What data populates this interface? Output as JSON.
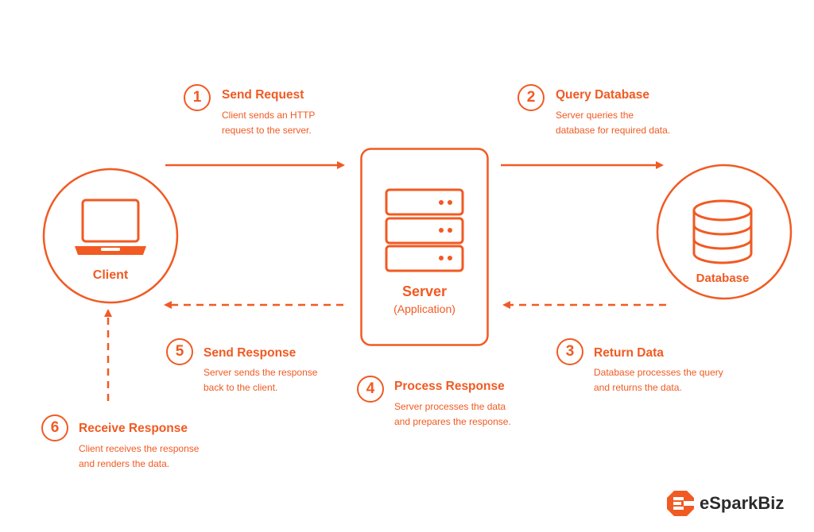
{
  "theme": {
    "accent": "#f15a22",
    "text_dark": "#2b2b2b"
  },
  "nodes": {
    "client": {
      "label": "Client",
      "icon": "laptop-icon"
    },
    "server": {
      "label": "Server",
      "sublabel": "(Application)",
      "icon": "server-rack-icon"
    },
    "database": {
      "label": "Database",
      "icon": "database-icon"
    }
  },
  "steps": [
    {
      "number": "1",
      "title": "Send Request",
      "line1": "Client sends an HTTP",
      "line2": "request to the server."
    },
    {
      "number": "2",
      "title": "Query Database",
      "line1": "Server queries the",
      "line2": "database for required data."
    },
    {
      "number": "3",
      "title": "Return Data",
      "line1": "Database processes the query",
      "line2": "and returns the data."
    },
    {
      "number": "4",
      "title": "Process Response",
      "line1": "Server processes the data",
      "line2": "and prepares the response."
    },
    {
      "number": "5",
      "title": "Send Response",
      "line1": "Server sends the response",
      "line2": "back to the client."
    },
    {
      "number": "6",
      "title": "Receive Response",
      "line1": "Client receives the response",
      "line2": "and renders the data."
    }
  ],
  "brand": {
    "name": "eSparkBiz",
    "icon": "esparkbiz-logo-icon"
  }
}
